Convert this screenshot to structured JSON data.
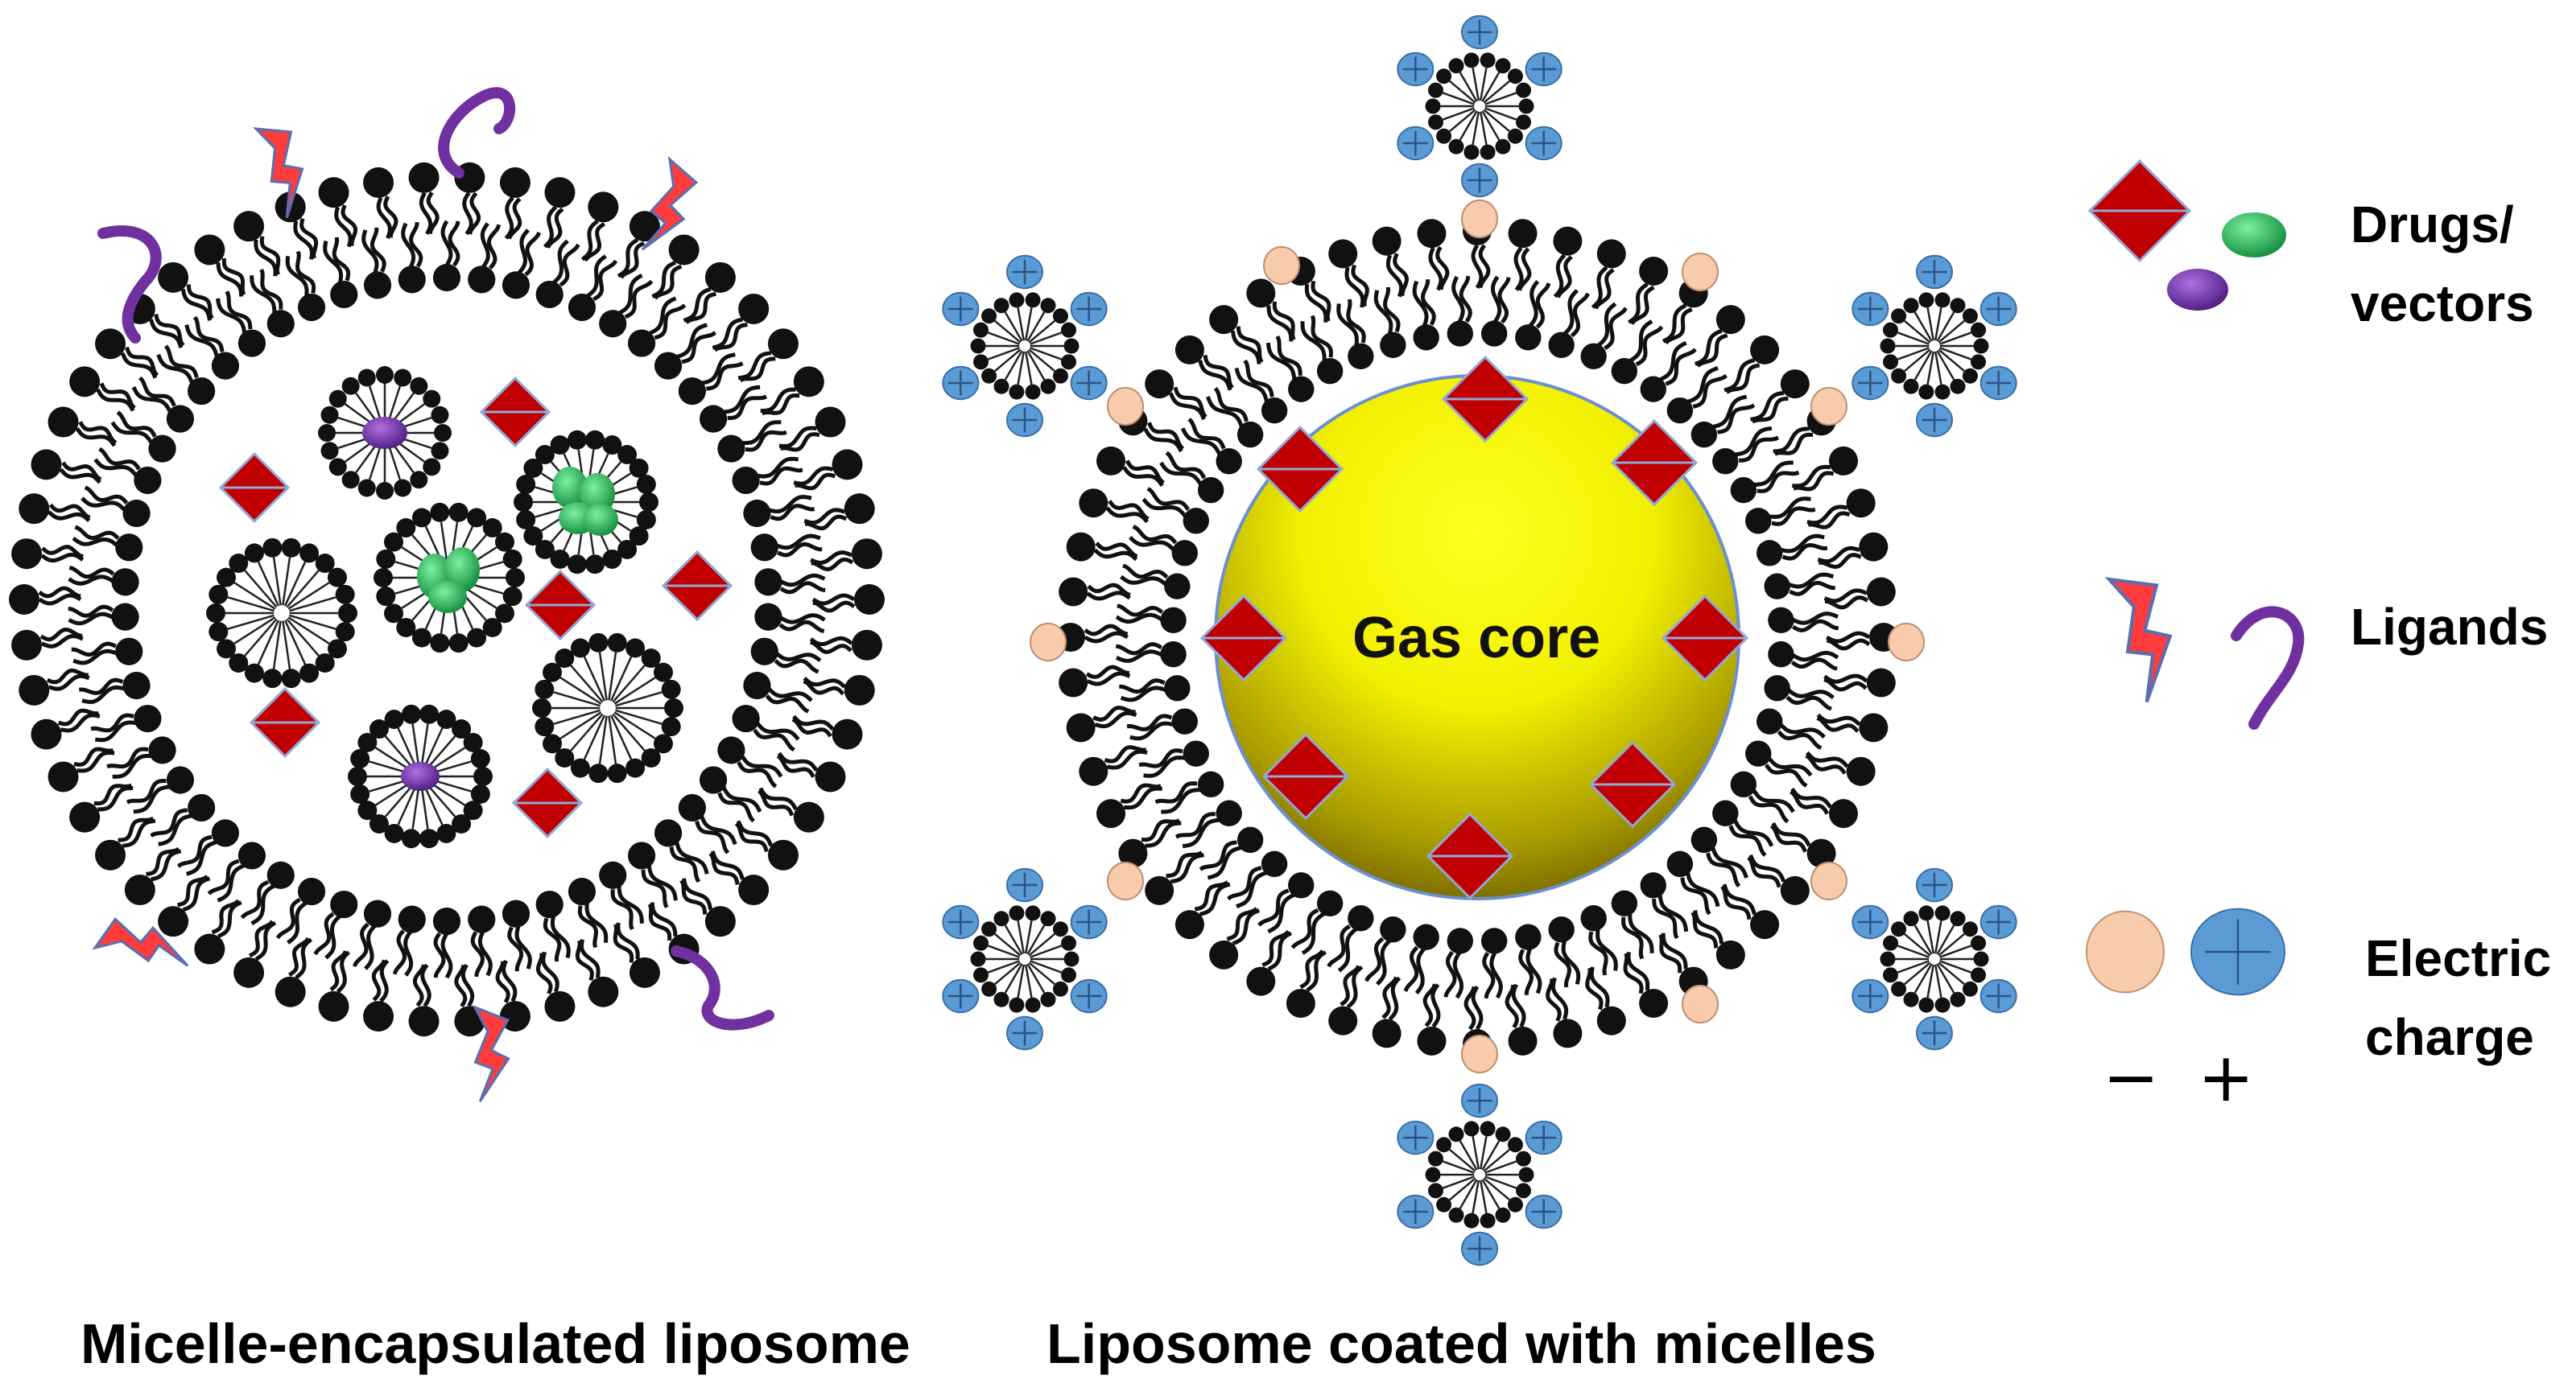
{
  "left_caption": "Micelle-encapsulated liposome",
  "right_caption": "Liposome coated with micelles",
  "core_label": "Gas core",
  "legend": {
    "drugs": "Drugs/\nvectors",
    "ligands": "Ligands",
    "charge": "Electric\ncharge",
    "minus": "−",
    "plus": "+"
  },
  "colors": {
    "drug": "#c00000",
    "ligand_bolt": "#ff3b3b",
    "ligand_worm": "#7030a0",
    "vector_green": "#22b14c",
    "vector_purple": "#7030a0",
    "negative_charge": "#f8cbad",
    "positive_charge": "#5b9bd5",
    "gas_core": "#ffff00"
  }
}
